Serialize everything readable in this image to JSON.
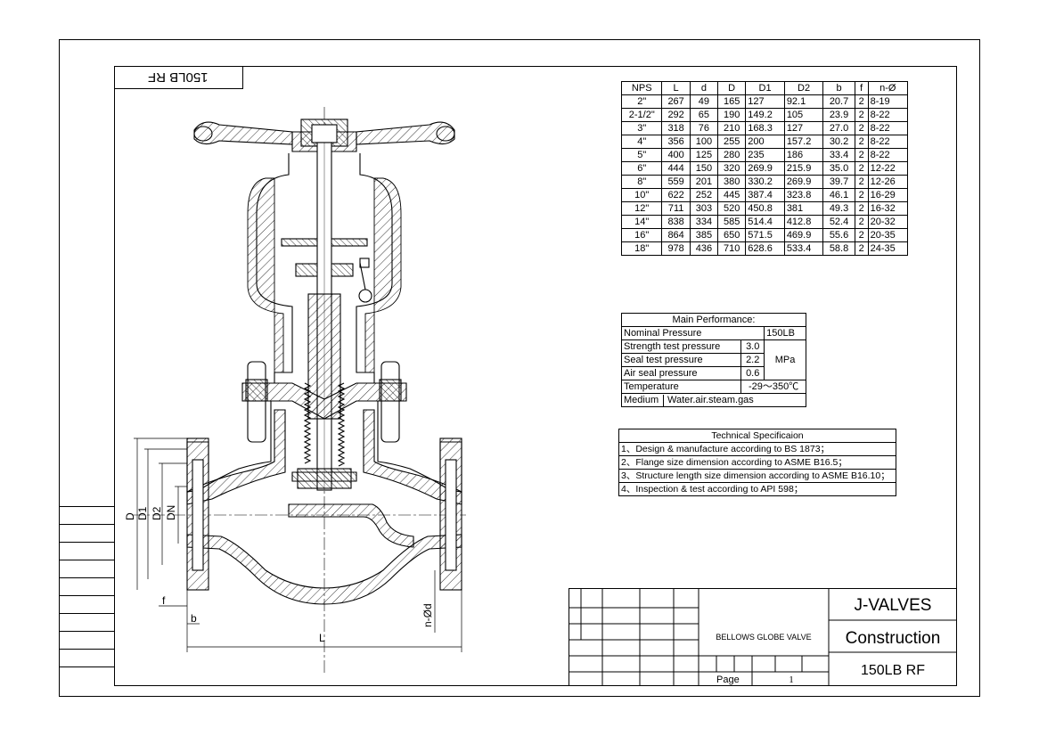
{
  "drawing": {
    "corner_label": "150LB RF",
    "dimension_labels": {
      "D": "D",
      "D1": "D1",
      "D2": "D2",
      "DN": "DN",
      "f": "f",
      "b": "b",
      "L": "L",
      "nd": "n-Ød"
    }
  },
  "dimension_table": {
    "headers": [
      "NPS",
      "L",
      "d",
      "D",
      "D1",
      "D2",
      "b",
      "f",
      "n-Ø"
    ],
    "rows": [
      [
        "2\"",
        "267",
        "49",
        "165",
        "127",
        "92.1",
        "20.7",
        "2",
        "8-19"
      ],
      [
        "2-1/2\"",
        "292",
        "65",
        "190",
        "149.2",
        "105",
        "23.9",
        "2",
        "8-22"
      ],
      [
        "3\"",
        "318",
        "76",
        "210",
        "168.3",
        "127",
        "27.0",
        "2",
        "8-22"
      ],
      [
        "4\"",
        "356",
        "100",
        "255",
        "200",
        "157.2",
        "30.2",
        "2",
        "8-22"
      ],
      [
        "5\"",
        "400",
        "125",
        "280",
        "235",
        "186",
        "33.4",
        "2",
        "8-22"
      ],
      [
        "6\"",
        "444",
        "150",
        "320",
        "269.9",
        "215.9",
        "35.0",
        "2",
        "12-22"
      ],
      [
        "8\"",
        "559",
        "201",
        "380",
        "330.2",
        "269.9",
        "39.7",
        "2",
        "12-26"
      ],
      [
        "10\"",
        "622",
        "252",
        "445",
        "387.4",
        "323.8",
        "46.1",
        "2",
        "16-29"
      ],
      [
        "12\"",
        "711",
        "303",
        "520",
        "450.8",
        "381",
        "49.3",
        "2",
        "16-32"
      ],
      [
        "14\"",
        "838",
        "334",
        "585",
        "514.4",
        "412.8",
        "52.4",
        "2",
        "20-32"
      ],
      [
        "16\"",
        "864",
        "385",
        "650",
        "571.5",
        "469.9",
        "55.6",
        "2",
        "20-35"
      ],
      [
        "18\"",
        "978",
        "436",
        "710",
        "628.6",
        "533.4",
        "58.8",
        "2",
        "24-35"
      ]
    ]
  },
  "main_performance": {
    "title": "Main Performance:",
    "nominal_pressure_label": "Nominal Pressure",
    "nominal_pressure_value": "150LB",
    "strength_label": "Strength test pressure",
    "strength_value": "3.0",
    "seal_label": "Seal test pressure",
    "seal_value": "2.2",
    "air_label": "Air seal pressure",
    "air_value": "0.6",
    "unit": "MPa",
    "temperature_label": "Temperature",
    "temperature_value": "-29～350℃",
    "medium_label": "Medium",
    "medium_value": "Water.air.steam.gas"
  },
  "technical_spec": {
    "title": "Technical Specificaion",
    "items": [
      "1、Design & manufacture according to BS 1873；",
      "2、Flange size dimension according to ASME B16.5；",
      "3、Structure length size dimension according to ASME B16.10；",
      "4、Inspection & test according to API 598；"
    ]
  },
  "title_block": {
    "product": "BELLOWS GLOBE VALVE",
    "company": "J-VALVES",
    "type": "Construction",
    "rating": "150LB RF",
    "page_label": "Page",
    "page_number": "1"
  }
}
